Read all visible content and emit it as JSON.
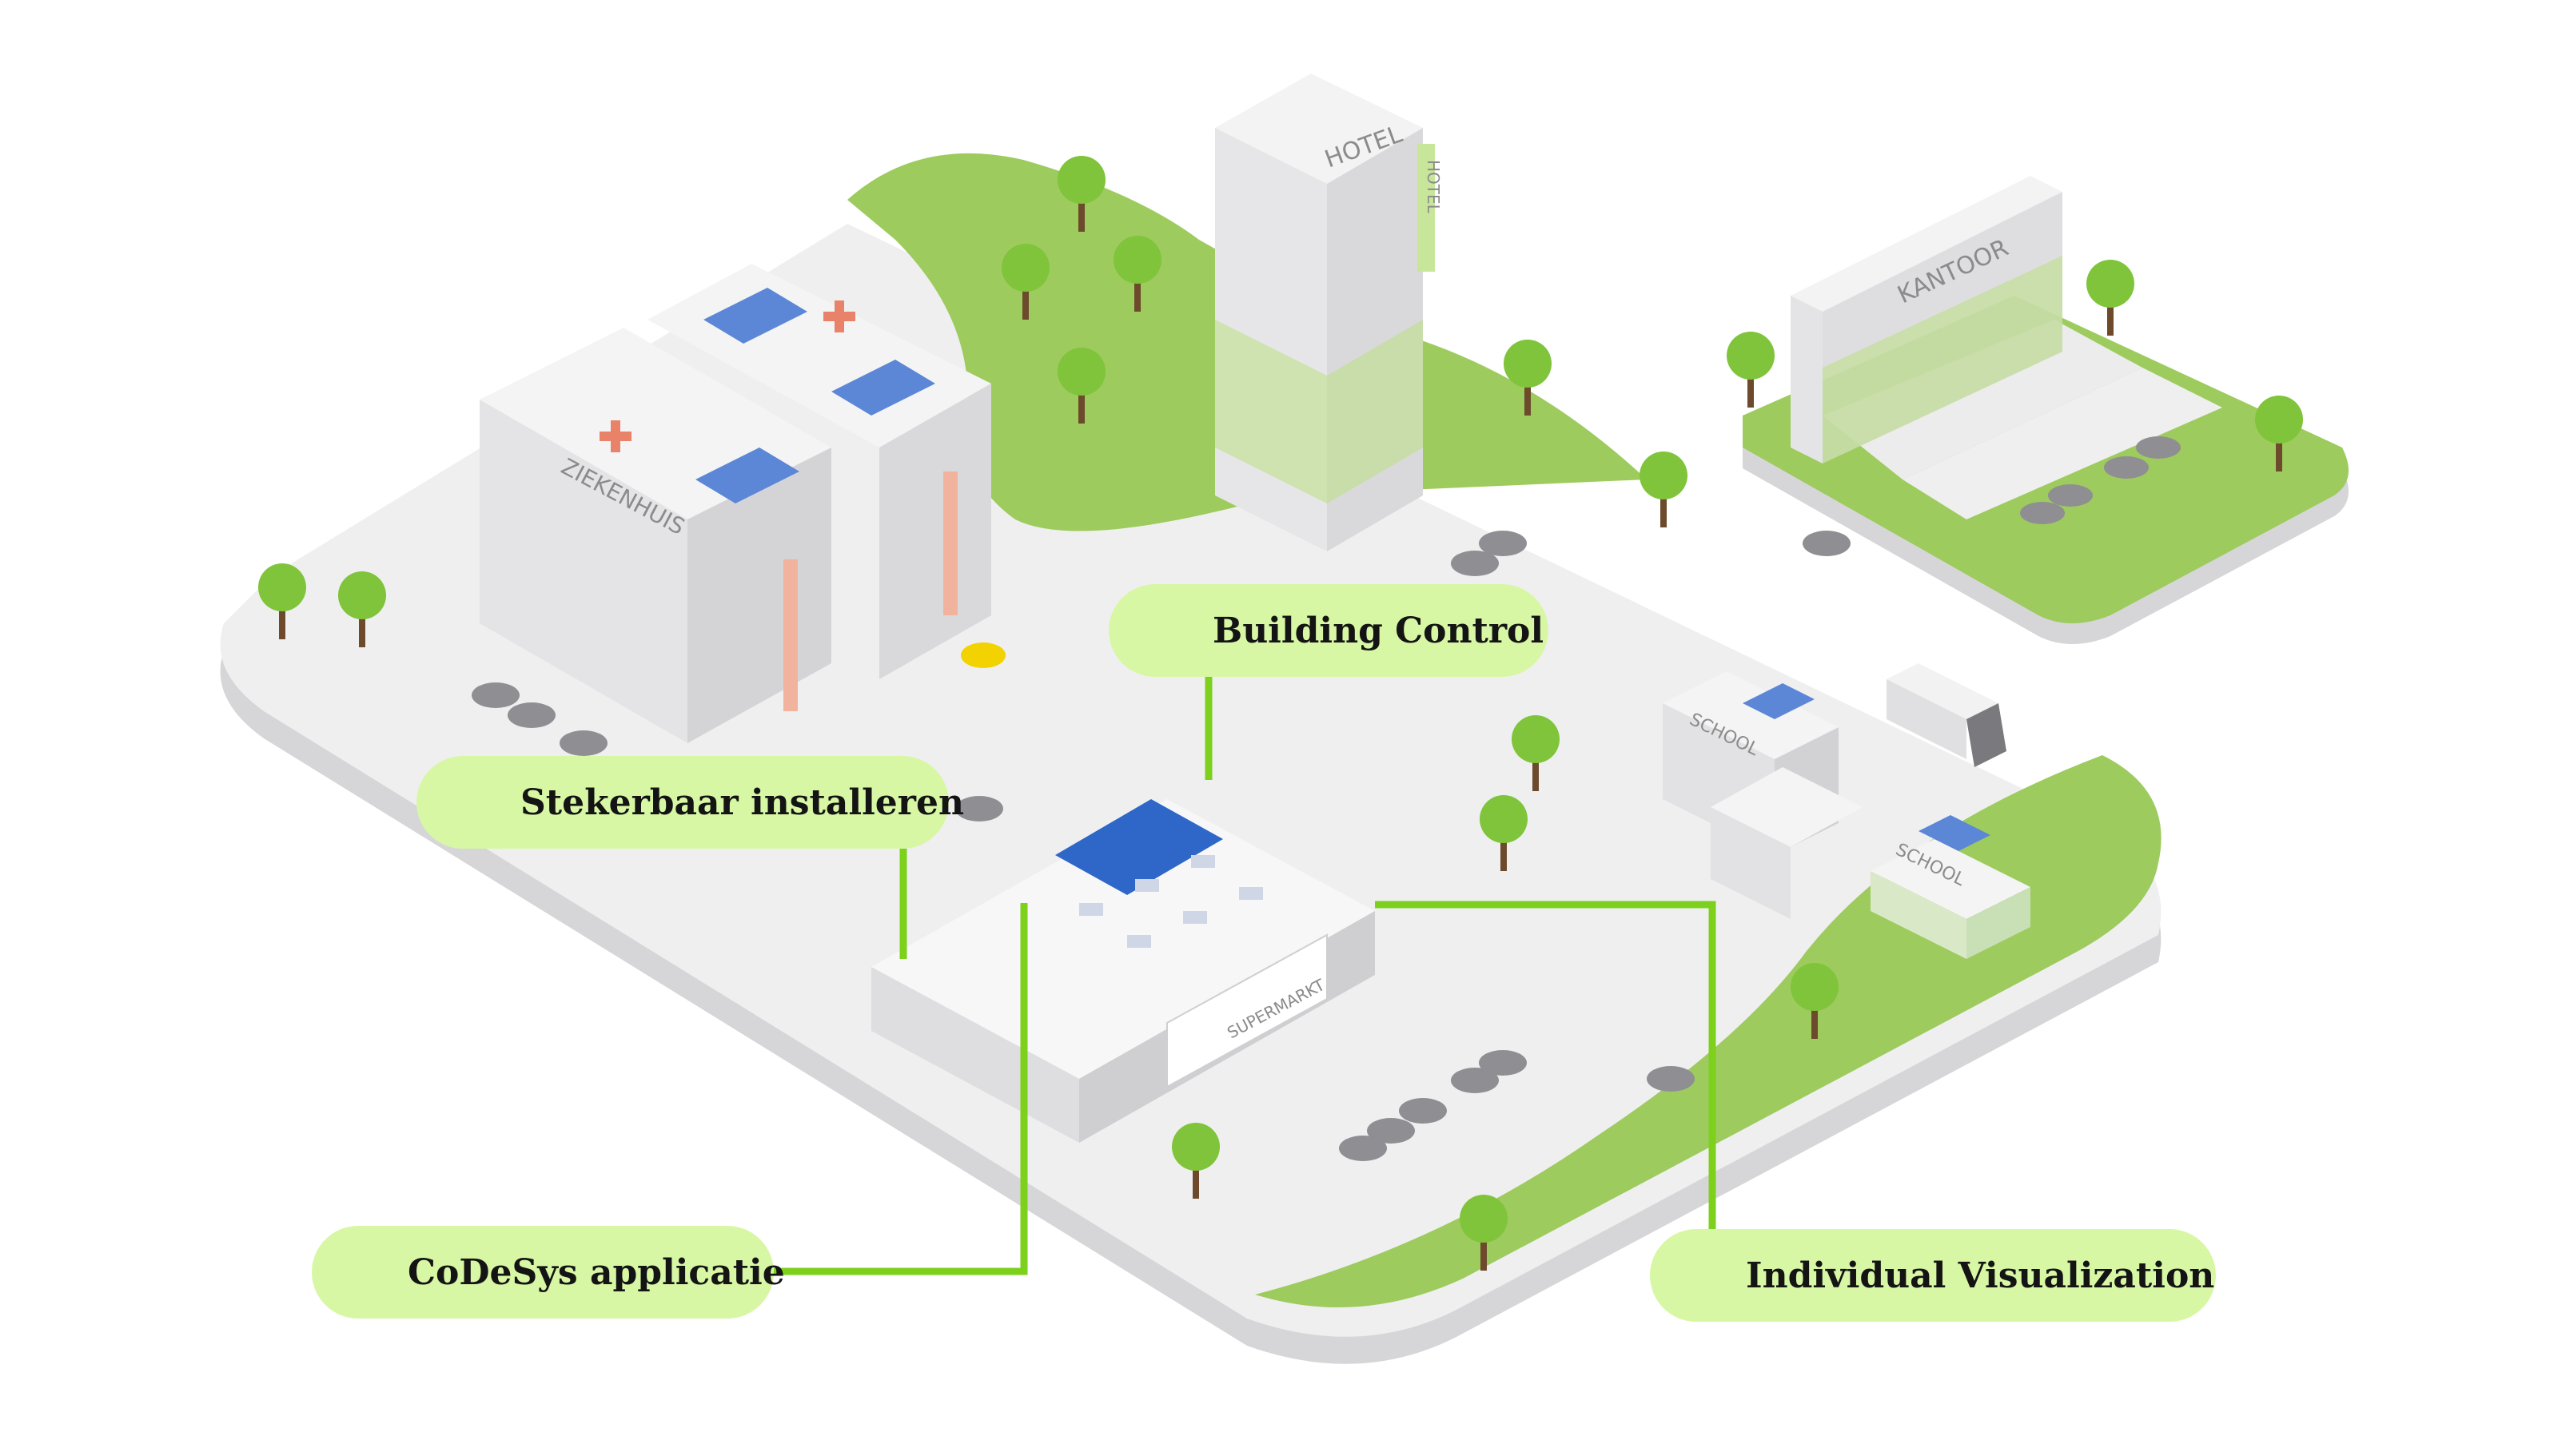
{
  "callouts": {
    "building_control": "Building Control",
    "stekerbaar": "Stekerbaar installeren",
    "codesys": "CoDeSys applicatie",
    "visualization": "Individual Visualization"
  },
  "buildings": {
    "hotel_front": "HOTEL",
    "hotel_side": "HOTEL",
    "kantoor": "KANTOOR",
    "ziekenhuis": "ZIEKENHUIS",
    "school_1": "SCHOOL",
    "school_2": "SCHOOL",
    "supermarkt": "SUPERMARKT"
  },
  "colors": {
    "accent_green": "#7dd11c",
    "callout_bg": "#d8f7a5",
    "grass": "#9dcb5e",
    "ground": "#eeeeef",
    "ground_edge": "#d9d9db",
    "solar": "#2f67c9",
    "hospital_cross": "#e8836a"
  }
}
